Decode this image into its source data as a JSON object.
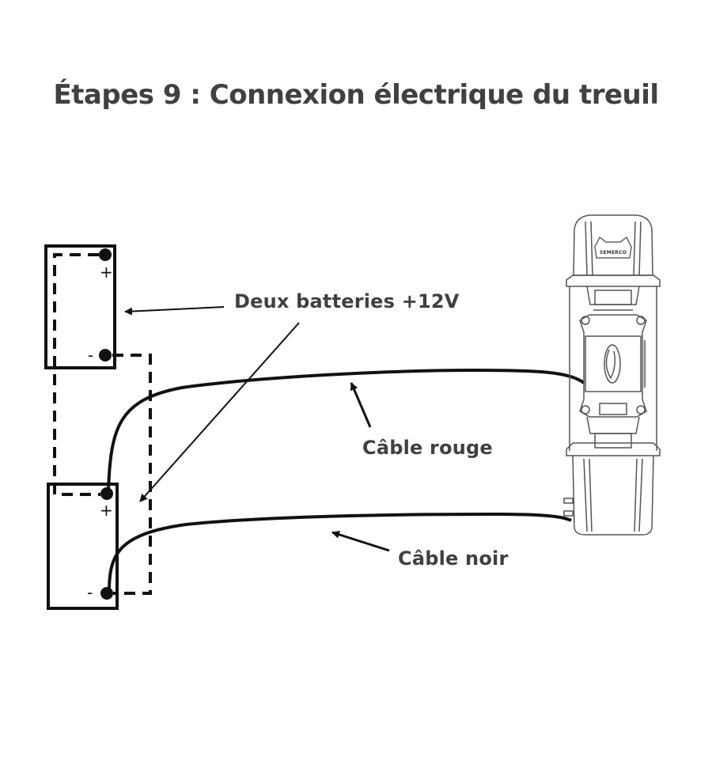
{
  "title": "Étapes 9 : Connexion électrique du treuil",
  "labels": {
    "batteries": "Deux batteries +12V",
    "red_cable": "Câble rouge",
    "black_cable": "Câble noir"
  },
  "batteries": [
    {
      "name": "battery-top",
      "positive": "+",
      "negative": "-"
    },
    {
      "name": "battery-bottom",
      "positive": "+",
      "negative": "-"
    }
  ],
  "winch": {
    "brand_plate": "SEMERCO"
  },
  "colors": {
    "text": "#404040",
    "line": "#111111",
    "winch_line": "#555555"
  }
}
